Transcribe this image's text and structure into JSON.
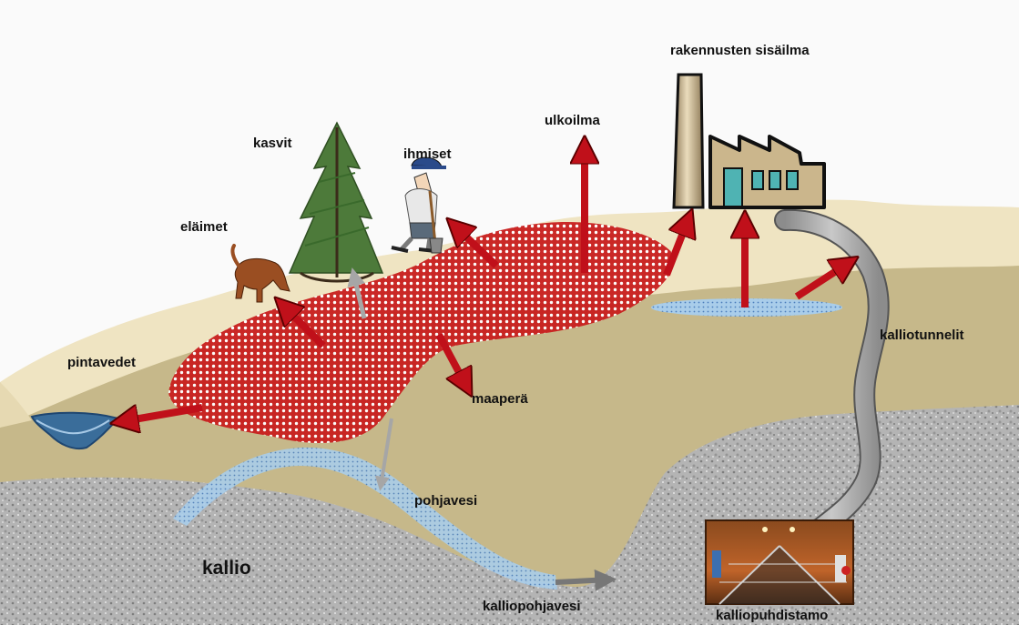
{
  "labels": {
    "building_indoor_air": "rakennusten sisäilma",
    "outdoor_air": "ulkoilma",
    "plants": "kasvit",
    "people": "ihmiset",
    "animals": "eläimet",
    "surface_water": "pintavedet",
    "rock_tunnels": "kalliotunnelit",
    "soil": "maaperä",
    "groundwater": "pohjavesi",
    "bedrock": "kallio",
    "bedrock_groundwater": "kalliopohjavesi",
    "rock_treatment_plant": "kalliopuhdistamo"
  },
  "colors": {
    "sky": "#fafafa",
    "upper_soil": "#efe4c2",
    "soil": "#c6b88a",
    "bedrock": "#b5b5b5",
    "groundwater": "#a7c9e6",
    "surface_water": "#3a6d9a",
    "contamination": "#c81e1e",
    "arrow_red": "#c0101a",
    "arrow_grey": "#9a9a9a",
    "tunnel": "#a9a9a9"
  },
  "icons": [
    "spruce-tree-icon",
    "person-with-shovel-icon",
    "dog-icon",
    "factory-icon",
    "chimney-icon"
  ]
}
